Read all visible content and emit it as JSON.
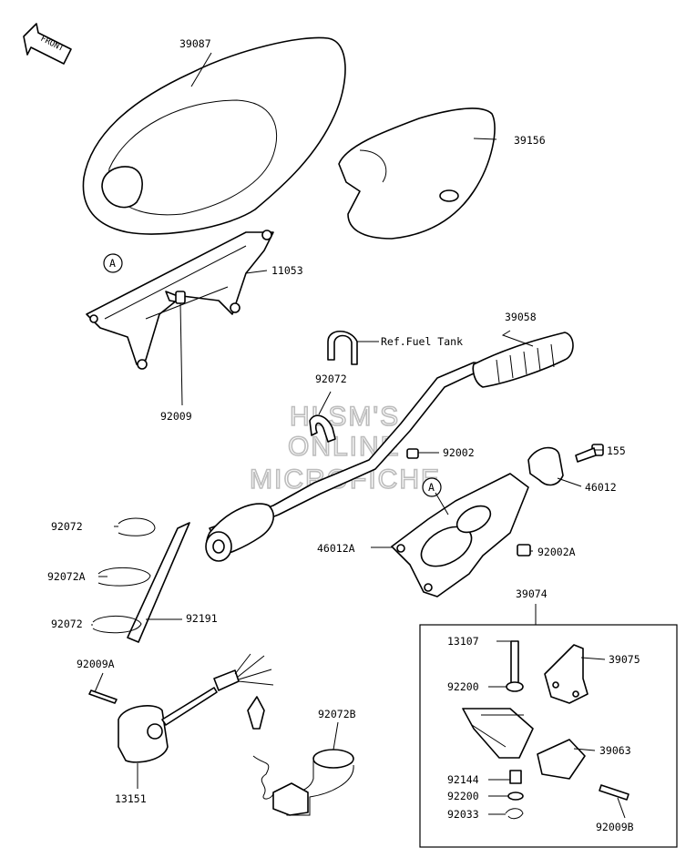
{
  "orientation_tag": "FRONT",
  "reference_circle_letter": "A",
  "watermark": {
    "line1": "HLSM'S",
    "line2": "ONLINE",
    "line3": "MICROFICHE"
  },
  "reference_note": "Ref.Fuel Tank",
  "part_numbers": {
    "seat_cover": "39087",
    "side_pad": "39156",
    "bracket": "11053",
    "bracket_bolt": "92009",
    "handlebar": "39058",
    "bolt_155": "155",
    "bolt_92002": "92002",
    "holder_46012": "46012",
    "clamp_92072_top": "92072",
    "holder_46012a": "46012A",
    "bolt_92002a": "92002A",
    "clamp_92072_a": "92072",
    "clamp_92072a": "92072A",
    "clamp_92072_b": "92072",
    "hose_92191": "92191",
    "assy_39074": "39074",
    "pin_13107": "13107",
    "lever_39075": "39075",
    "washer_92200_a": "92200",
    "bracket_39063": "39063",
    "spring_92144": "92144",
    "washer_92200_b": "92200",
    "clip_92033": "92033",
    "bolt_92009b": "92009B",
    "screw_92009a": "92009A",
    "clamp_92072b": "92072B",
    "switch_13151": "13151"
  }
}
